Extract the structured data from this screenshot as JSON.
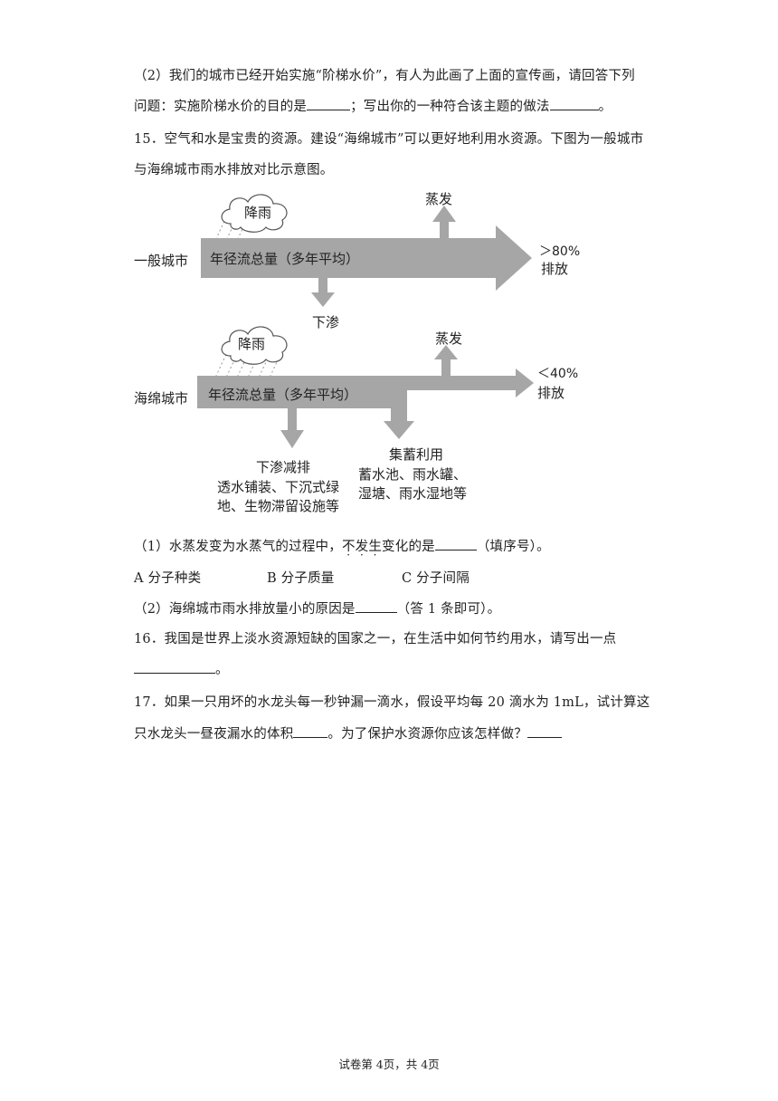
{
  "q14_2": {
    "line1": "（2）我们的城市已经开始实施“阶梯水价”，有人为此画了上面的宣传画，请回答下列",
    "line2_a": "问题：实施阶梯水价的目的是",
    "line2_b": "；写出你的一种符合该主题的做法",
    "line2_c": "。"
  },
  "q15": {
    "line1": "15．空气和水是宝贵的资源。建设“海绵城市”可以更好地利用水资源。下图为一般城市",
    "line2": "与海绵城市雨水排放对比示意图。",
    "diagram": {
      "general": {
        "label": "一般城市",
        "rain": "降雨",
        "flow": "年径流总量（多年平均）",
        "evap": "蒸发",
        "infil": "下渗",
        "discharge_pct": "＞80%",
        "discharge": "排放"
      },
      "sponge": {
        "label": "海绵城市",
        "rain": "降雨",
        "flow": "年径流总量（多年平均）",
        "evap": "蒸发",
        "infil_title": "下渗减排",
        "infil_1": "透水铺装、下沉式绿",
        "infil_2": "地、生物滞留设施等",
        "collect_title": "集蓄利用",
        "collect_1": "蓄水池、雨水罐、",
        "collect_2": "湿塘、雨水湿地等",
        "discharge_pct": "＜40%",
        "discharge": "排放"
      }
    },
    "sub1_a": "（1）水蒸发变为水蒸气的过程中，",
    "sub1_dots": [
      "不",
      "发",
      "生"
    ],
    "sub1_b": "变化的是",
    "sub1_c": "（填序号）。",
    "options": [
      "A 分子种类",
      "B 分子质量",
      "C 分子间隔"
    ],
    "sub2_a": "（2）海绵城市雨水排放量小的原因是",
    "sub2_b": "（答 1 条即可）。"
  },
  "q16": {
    "line1": "16．我国是世界上淡水资源短缺的国家之一，在生活中如何节约用水，请写出一点",
    "line2_end": "。"
  },
  "q17": {
    "line1": "17．如果一只用坏的水龙头每一秒钟漏一滴水，假设平均每 20 滴水为 1mL，试计算这",
    "line2_a": "只水龙头一昼夜漏水的体积",
    "line2_b": "。为了保护水资源你应该怎样做？"
  },
  "footer": "试卷第 4页，共 4页"
}
